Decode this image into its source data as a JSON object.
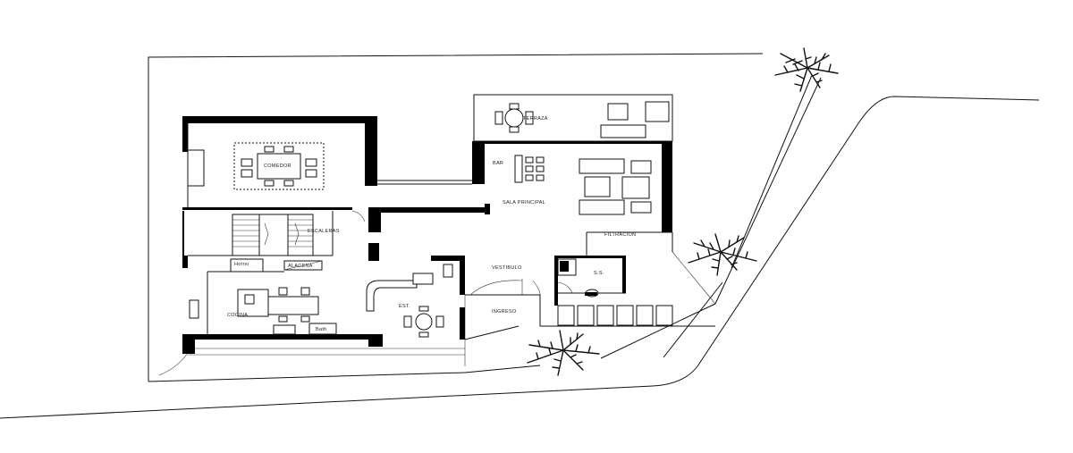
{
  "plan": {
    "rooms": {
      "comedor": "COMEDOR",
      "terraza": "TERRAZA",
      "bar": "BAR",
      "sala_principal": "SALA PRINCIPAL",
      "escaleras": "ESCALERAS",
      "filtracion": "FILTRACION",
      "horno": "Horno",
      "alacena": "ALACENA",
      "vestibulo": "VESTIBULO",
      "ss": "S.S.",
      "est": "EST.",
      "cocina": "COCINA",
      "ingreso": "INGRESO",
      "bath": "Bath"
    }
  }
}
